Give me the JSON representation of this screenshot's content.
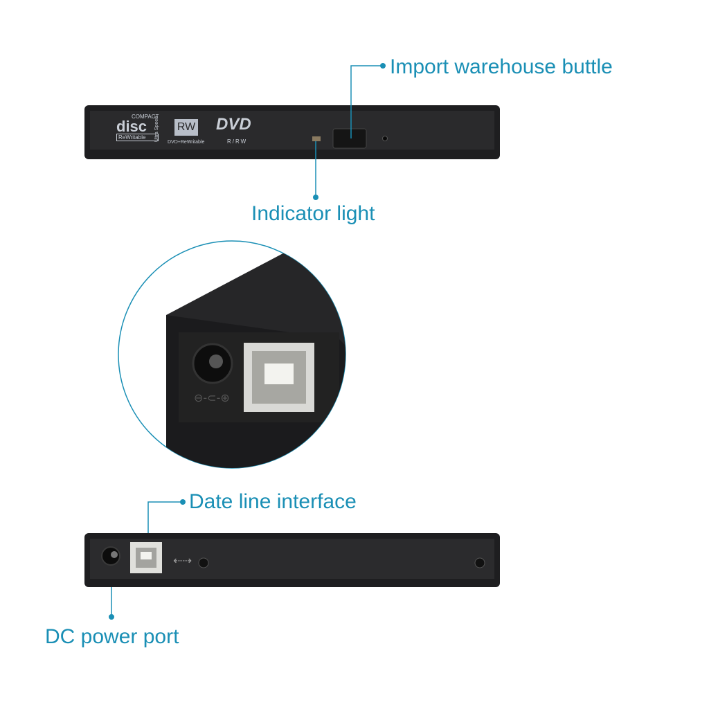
{
  "labels": {
    "eject_button": "Import warehouse buttle",
    "indicator": "Indicator light",
    "data_port": "Date line interface",
    "dc_port": "DC power port"
  },
  "front_logos": {
    "disc_top": "COMPACT",
    "disc_main": "disc",
    "disc_sub": "ReWritable",
    "disc_side": "Ultra Speed",
    "rw": "RW",
    "rw_sub": "DVD+ReWritable",
    "dvd": "DVD",
    "dvd_sub": "R/RW"
  },
  "colors": {
    "accent": "#1a8fb5",
    "device": "#1c1c1e"
  }
}
